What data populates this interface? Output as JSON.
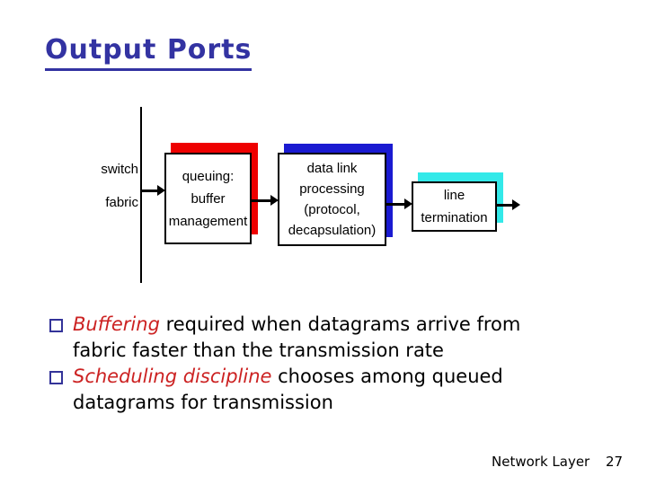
{
  "slide": {
    "title": "Output Ports",
    "footer_label": "Network Layer",
    "page_number": "27"
  },
  "diagram": {
    "switch_label": "switch",
    "fabric_label": "fabric",
    "boxes": [
      {
        "name": "queuing",
        "lines": [
          "queuing:",
          "buffer",
          "management"
        ],
        "shadow_color": "#EE0000"
      },
      {
        "name": "data-link-processing",
        "lines": [
          "data link",
          "processing",
          "(protocol,",
          "decapsulation)"
        ],
        "shadow_color": "#1A1AD1"
      },
      {
        "name": "line-termination",
        "lines": [
          "line",
          "termination"
        ],
        "shadow_color": "#33E9E9"
      }
    ]
  },
  "bullets": [
    {
      "lead": "Buffering",
      "rest": " required when datagrams arrive from",
      "line2": "fabric faster than the transmission rate"
    },
    {
      "lead": "Scheduling discipline",
      "rest": " chooses among queued",
      "line2": "datagrams for transmission"
    }
  ],
  "colors": {
    "title": "#3333A2",
    "accent_red": "#CC2222",
    "bullet_navy": "#333399",
    "ink": "#000000",
    "background": "#FFFFFF",
    "shadow_red": "#EE0000",
    "shadow_blue": "#1A1AD1",
    "shadow_cyan": "#33E9E9"
  }
}
